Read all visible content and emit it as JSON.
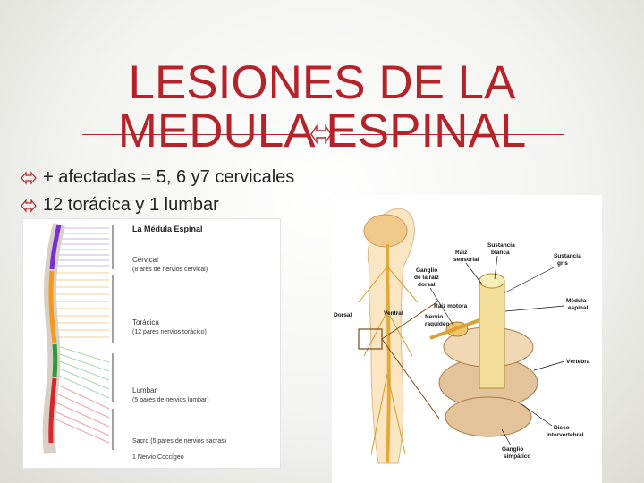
{
  "slide": {
    "title_line1": "LESIONES DE LA",
    "title_line2": "MEDULA ESPINAL",
    "bullets": [
      "+ afectadas = 5, 6 y7  cervicales",
      "12 torácica y 1 lumbar"
    ]
  },
  "left_figure": {
    "heading": "La Médula Espinal",
    "cervical": "Cervical",
    "cervical_sub": "(8 ares de nervios cervical)",
    "toracica": "Torácica",
    "toracica_sub": "(12 pares nervios torácico)",
    "lumbar": "Lumbar",
    "lumbar_sub": "(5 pares de nervios lumbar)",
    "sacro": "Sacro (5 pares de nervios sacras)",
    "coccigeo": "1 Nervio Coccígeo"
  },
  "right_figure": {
    "sustancia_blanca_1": "Sustancia",
    "sustancia_blanca_2": "blanca",
    "raiz_sensorial_1": "Raíz",
    "raiz_sensorial_2": "sensorial",
    "sustancia_gris_1": "Sustancia",
    "sustancia_gris_2": "gris",
    "ganglio_raiz_1": "Ganglio",
    "ganglio_raiz_2": "de la raíz",
    "ganglio_raiz_3": "dorsal",
    "raiz_motora": "Raíz motora",
    "nervio_raquideo_1": "Nervio",
    "nervio_raquideo_2": "raquídeo",
    "medula_espinal_1": "Médula",
    "medula_espinal_2": "espinal",
    "dorsal": "Dorsal",
    "ventral": "Ventral",
    "vertebra": "Vértebra",
    "disco_1": "Disco",
    "disco_2": "intervertebral",
    "ganglio_simpatico_1": "Ganglio",
    "ganglio_simpatico_2": "simpático"
  },
  "colors": {
    "title": "#b4232a",
    "cervical": "#7a2fd0",
    "thoracic": "#f39a1c",
    "lumbar": "#2e9a3a",
    "sacral": "#d8262a",
    "nerve": "#f2d27a"
  }
}
